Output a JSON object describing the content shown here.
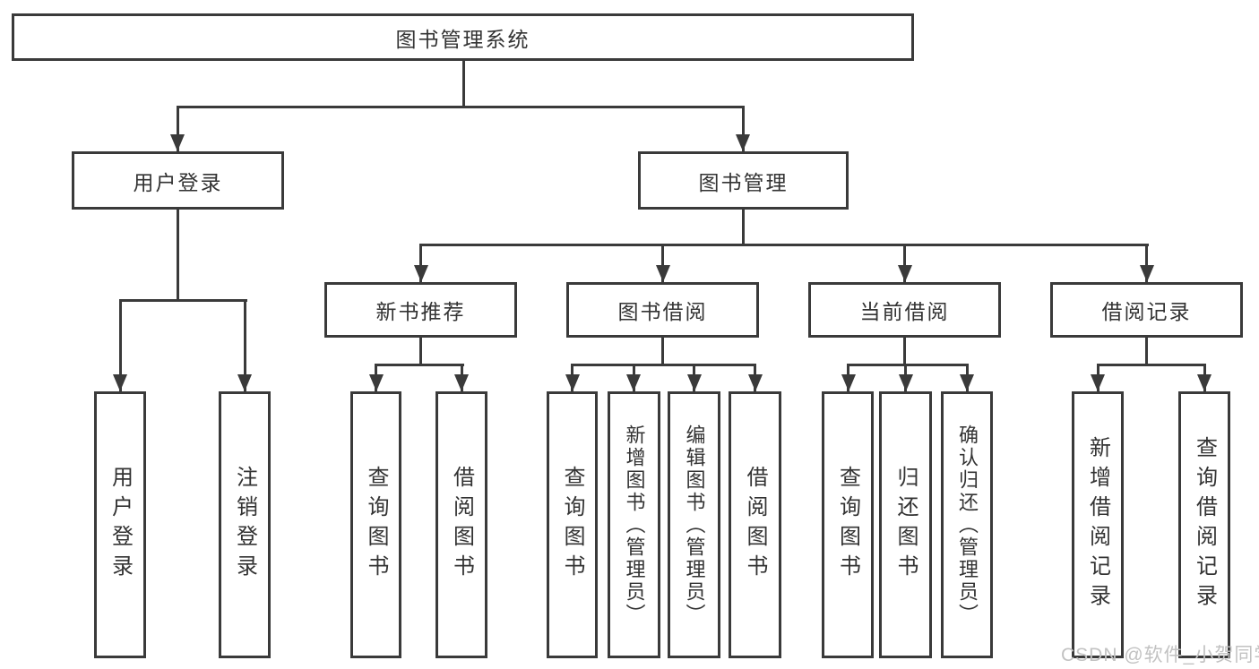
{
  "colors": {
    "line": "#3a3a3a",
    "text": "#333333",
    "background": "#ffffff",
    "watermark": "#c2c2c2"
  },
  "watermark": {
    "text": "CSDN @软件_小贺同学"
  },
  "tree": {
    "label": "图书管理系统",
    "children": [
      {
        "label": "用户登录",
        "children": [
          {
            "label": "用户登录"
          },
          {
            "label": "注销登录"
          }
        ]
      },
      {
        "label": "图书管理",
        "children": [
          {
            "label": "新书推荐",
            "children": [
              {
                "label": "查询图书"
              },
              {
                "label": "借阅图书"
              }
            ]
          },
          {
            "label": "图书借阅",
            "children": [
              {
                "label": "查询图书"
              },
              {
                "label": "新增图书（管理员）"
              },
              {
                "label": "编辑图书（管理员）"
              },
              {
                "label": "借阅图书"
              }
            ]
          },
          {
            "label": "当前借阅",
            "children": [
              {
                "label": "查询图书"
              },
              {
                "label": "归还图书"
              },
              {
                "label": "确认归还（管理员）"
              }
            ]
          },
          {
            "label": "借阅记录",
            "children": [
              {
                "label": "新增借阅记录"
              },
              {
                "label": "查询借阅记录"
              }
            ]
          }
        ]
      }
    ]
  }
}
